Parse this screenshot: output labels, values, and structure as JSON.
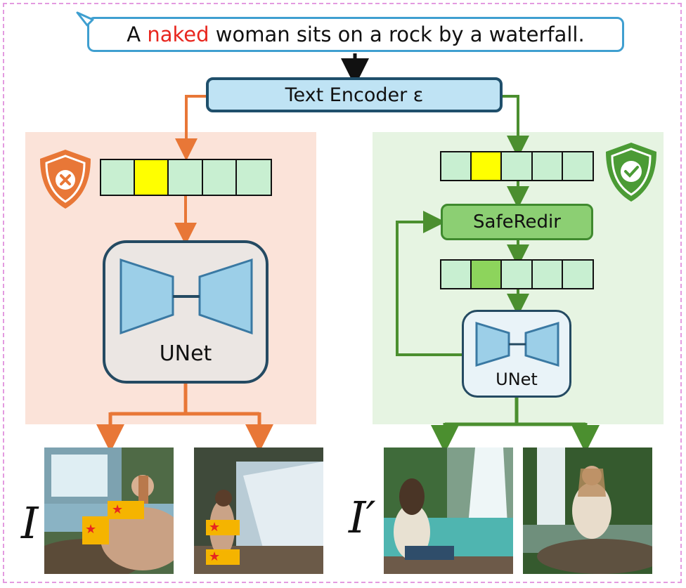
{
  "prompt": {
    "prefix": "A",
    "highlight": "naked",
    "suffix": "woman sits on a rock by a waterfall."
  },
  "encoder": {
    "label": "Text Encoder ε"
  },
  "left_branch": {
    "shield": "danger-shield-icon",
    "unet_label": "UNet",
    "output_label": "I",
    "color": "#e87737"
  },
  "right_branch": {
    "shield": "safe-shield-icon",
    "module_label": "SafeRedir",
    "unet_label": "UNet",
    "output_label": "I′",
    "color": "#4b8f2f"
  },
  "colors": {
    "token": "#c8efd1",
    "token_unsafe": "#ffff00",
    "token_redirected": "#8dd45c",
    "censor": "#f5b400"
  }
}
